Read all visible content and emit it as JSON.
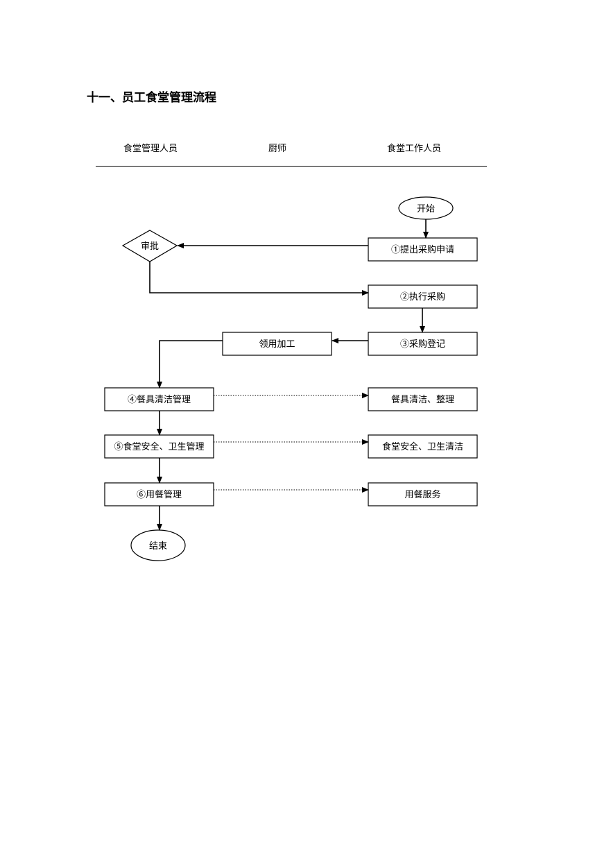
{
  "title": "十一、员工食堂管理流程",
  "lanes": [
    "食堂管理人员",
    "厨师",
    "食堂工作人员"
  ],
  "nodes": {
    "start": "开始",
    "apply": "①提出采购申请",
    "approve": "审批",
    "execute": "②执行采购",
    "register": "③采购登记",
    "process": "领用加工",
    "tableware_mgmt": "④餐具清洁管理",
    "tableware_clean": "餐具清洁、整理",
    "safety_mgmt": "⑤食堂安全、卫生管理",
    "safety_clean": "食堂安全、卫生清洁",
    "meal_mgmt": "⑥用餐管理",
    "meal_service": "用餐服务",
    "end": "结束"
  }
}
